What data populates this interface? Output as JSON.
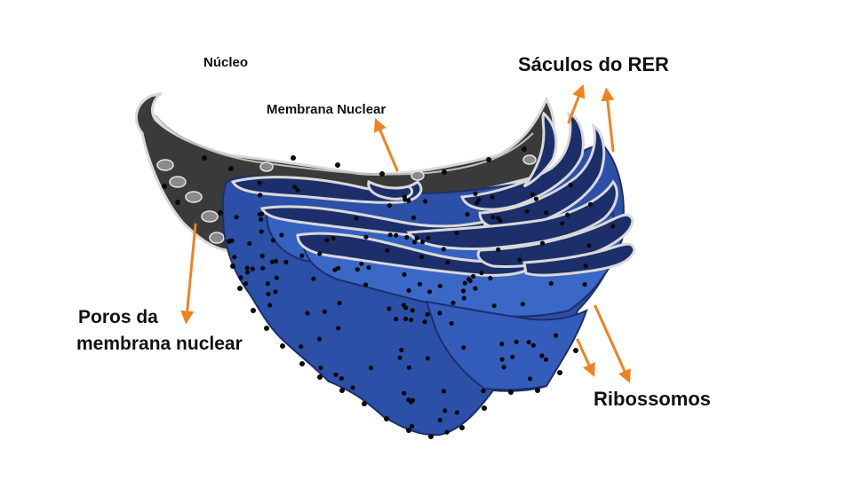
{
  "labels": {
    "nucleo": "Núcleo",
    "membrana_nuclear": "Membrana Nuclear",
    "saculos_rer": "Sáculos do RER",
    "poros_line1": "Poros da",
    "poros_line2": "membrana nuclear",
    "ribossomos": "Ribossomos"
  },
  "colors": {
    "nucleus_fill": "#3a3a3a",
    "er_fill": "#2c4fa8",
    "er_dark": "#1c2f6a",
    "membrane_edge": "#d9d9d9",
    "arrow": "#f0821e",
    "ribosome": "#0a0a0a"
  }
}
